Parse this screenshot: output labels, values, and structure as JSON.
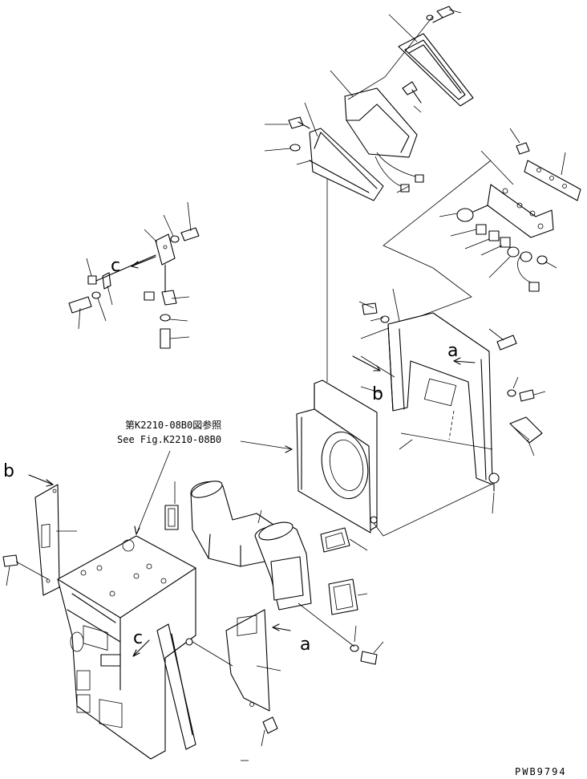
{
  "figure": {
    "reference_jp": "第K2210-08B0図参照",
    "reference_en": "See Fig.K2210-08B0",
    "drawing_code": "PWB9794"
  },
  "view_labels": {
    "a_right": "a",
    "a_bottom": "a",
    "b_left": "b",
    "b_center": "b",
    "c_upper": "c",
    "c_lower": "c"
  }
}
